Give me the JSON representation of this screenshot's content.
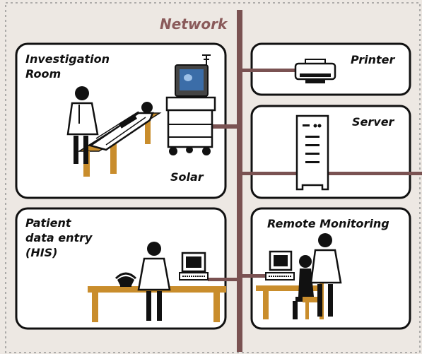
{
  "network": {
    "title": "Network"
  },
  "rooms": {
    "investigation": {
      "title": "Investigation\nRoom",
      "device": "Solar"
    },
    "printer": {
      "title": "Printer"
    },
    "server": {
      "title": "Server"
    },
    "patient": {
      "title": "Patient\ndata entry\n(HIS)"
    },
    "remote": {
      "title": "Remote Monitoring"
    }
  },
  "colors": {
    "network_bus": "#7a5252",
    "wood": "#c98d2c",
    "ink": "#111111",
    "box_fill": "#ffffff",
    "background": "#ede8e3",
    "screen": "#3b6da8"
  }
}
